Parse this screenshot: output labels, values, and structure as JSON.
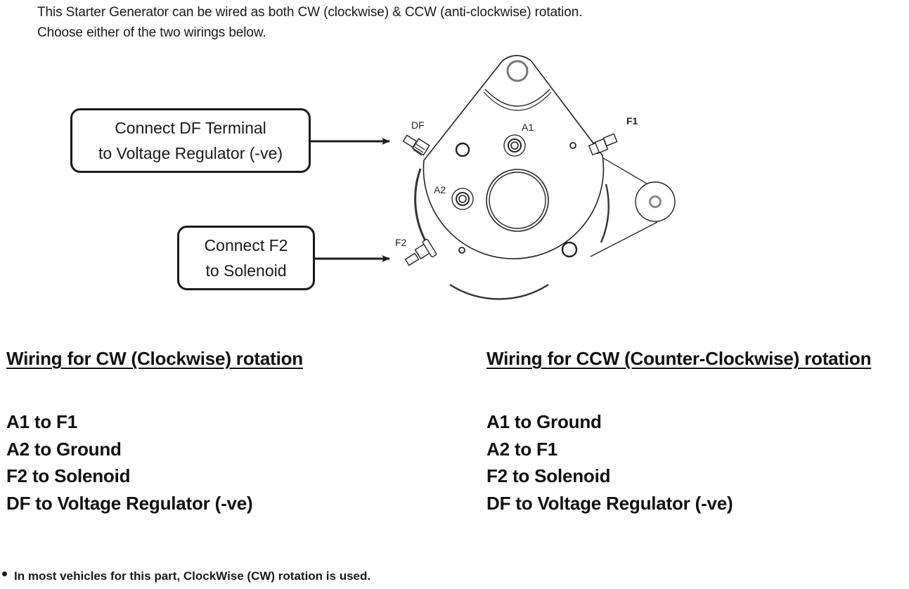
{
  "intro": {
    "line1": "This Starter Generator can be wired as both CW (clockwise) & CCW (anti-clockwise) rotation.",
    "line2": "Choose either of the two wirings below."
  },
  "callouts": {
    "df": {
      "line1": "Connect DF Terminal",
      "line2": "to Voltage Regulator (-ve)"
    },
    "f2": {
      "line1": "Connect F2",
      "line2": "to Solenoid"
    }
  },
  "diagram": {
    "terminal_labels": {
      "df": "DF",
      "a1": "A1",
      "a2": "A2",
      "f1": "F1",
      "f2": "F2"
    }
  },
  "cw": {
    "heading": "Wiring for CW (Clockwise) rotation",
    "items": [
      "A1 to F1",
      "A2 to Ground",
      "F2 to Solenoid",
      "DF to Voltage Regulator (-ve)"
    ]
  },
  "ccw": {
    "heading": "Wiring for CCW (Counter-Clockwise) rotation",
    "items": [
      "A1 to Ground",
      "A2 to F1",
      "F2 to Solenoid",
      "DF to Voltage Regulator (-ve)"
    ]
  },
  "note": "In most vehicles for this part, ClockWise (CW) rotation is used."
}
